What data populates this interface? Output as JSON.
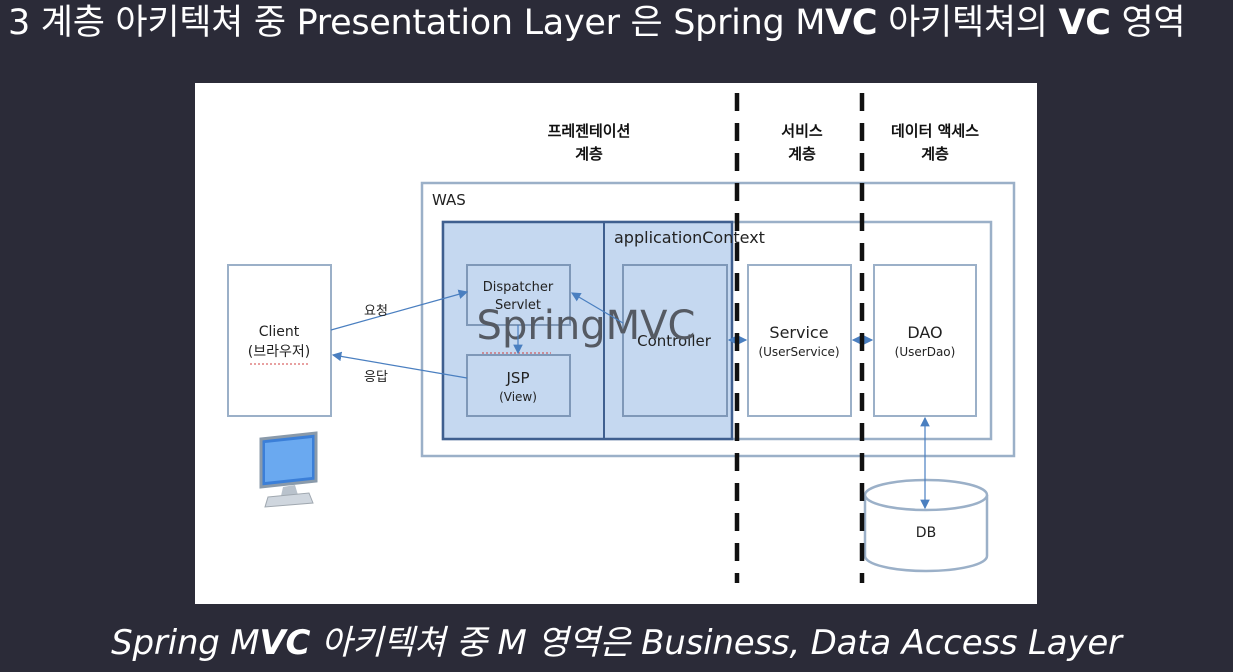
{
  "title": {
    "part1": "3 계층 아키텍쳐 중 Presentation Layer 은 Spring M",
    "bold1": "VC",
    "part2": " 아키텍쳐의 ",
    "bold2": "VC",
    "part3": " 영역"
  },
  "caption": {
    "part1": "Spring M",
    "bold1": "VC",
    "part2": " 아키텍쳐 중 M 영역은 Business, Data Access Layer"
  },
  "diagram": {
    "layers": {
      "presentation": [
        "프레젠테이션",
        "계층"
      ],
      "service": [
        "서비스",
        "계층"
      ],
      "data_access": [
        "데이터 액세스",
        "계층"
      ]
    },
    "was_label": "WAS",
    "app_context_label": "applicationContext",
    "client": [
      "Client",
      "(브라우저)"
    ],
    "request_label": "요청",
    "response_label": "응답",
    "dispatcher": [
      "Dispatcher",
      "Servlet"
    ],
    "jsp": [
      "JSP",
      "(View)"
    ],
    "springmvc_label": "SpringMVC",
    "controller_label": "Controller",
    "service": [
      "Service",
      "(UserService)"
    ],
    "dao": [
      "DAO",
      "(UserDao)"
    ],
    "db_label": "DB"
  },
  "colors": {
    "background": "#2b2b38",
    "box_stroke": "#9bb0c8",
    "mvc_fill": "#c5d8f0",
    "mvc_stroke": "#4a6a99",
    "arrow": "#4a7fc0"
  }
}
